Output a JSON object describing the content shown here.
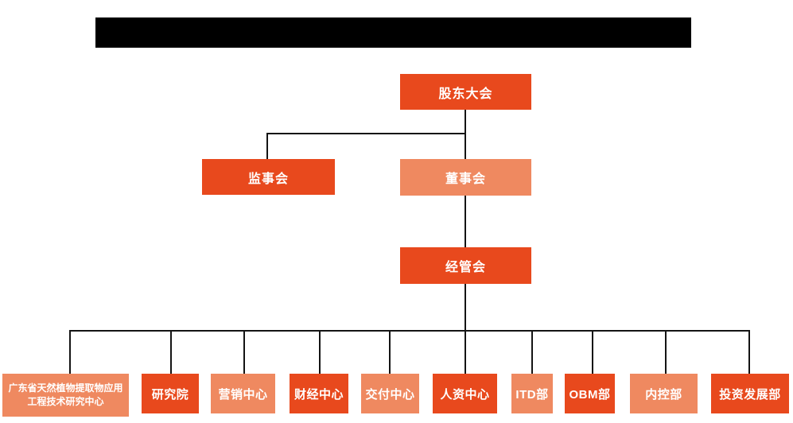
{
  "colors": {
    "box_dark": "#E8491D",
    "box_light": "#EF8960",
    "connector": "#141414",
    "redacted_bar": "#000000",
    "box_text": "#FFFFFF"
  },
  "org": {
    "top": {
      "label": "股东大会"
    },
    "second_level": {
      "supervisory": {
        "label": "监事会",
        "variant": "dark"
      },
      "board": {
        "label": "董事会",
        "variant": "light"
      }
    },
    "third_level": {
      "management": {
        "label": "经管会",
        "variant": "dark"
      }
    },
    "departments": [
      {
        "label": "广东省天然植物提取物应用工程技术研究中心",
        "variant": "light"
      },
      {
        "label": "研究院",
        "variant": "dark"
      },
      {
        "label": "营销中心",
        "variant": "light"
      },
      {
        "label": "财经中心",
        "variant": "dark"
      },
      {
        "label": "交付中心",
        "variant": "light"
      },
      {
        "label": "人资中心",
        "variant": "dark"
      },
      {
        "label": "ITD部",
        "variant": "light"
      },
      {
        "label": "OBM部",
        "variant": "dark"
      },
      {
        "label": "内控部",
        "variant": "light"
      },
      {
        "label": "投资发展部",
        "variant": "dark"
      }
    ]
  }
}
